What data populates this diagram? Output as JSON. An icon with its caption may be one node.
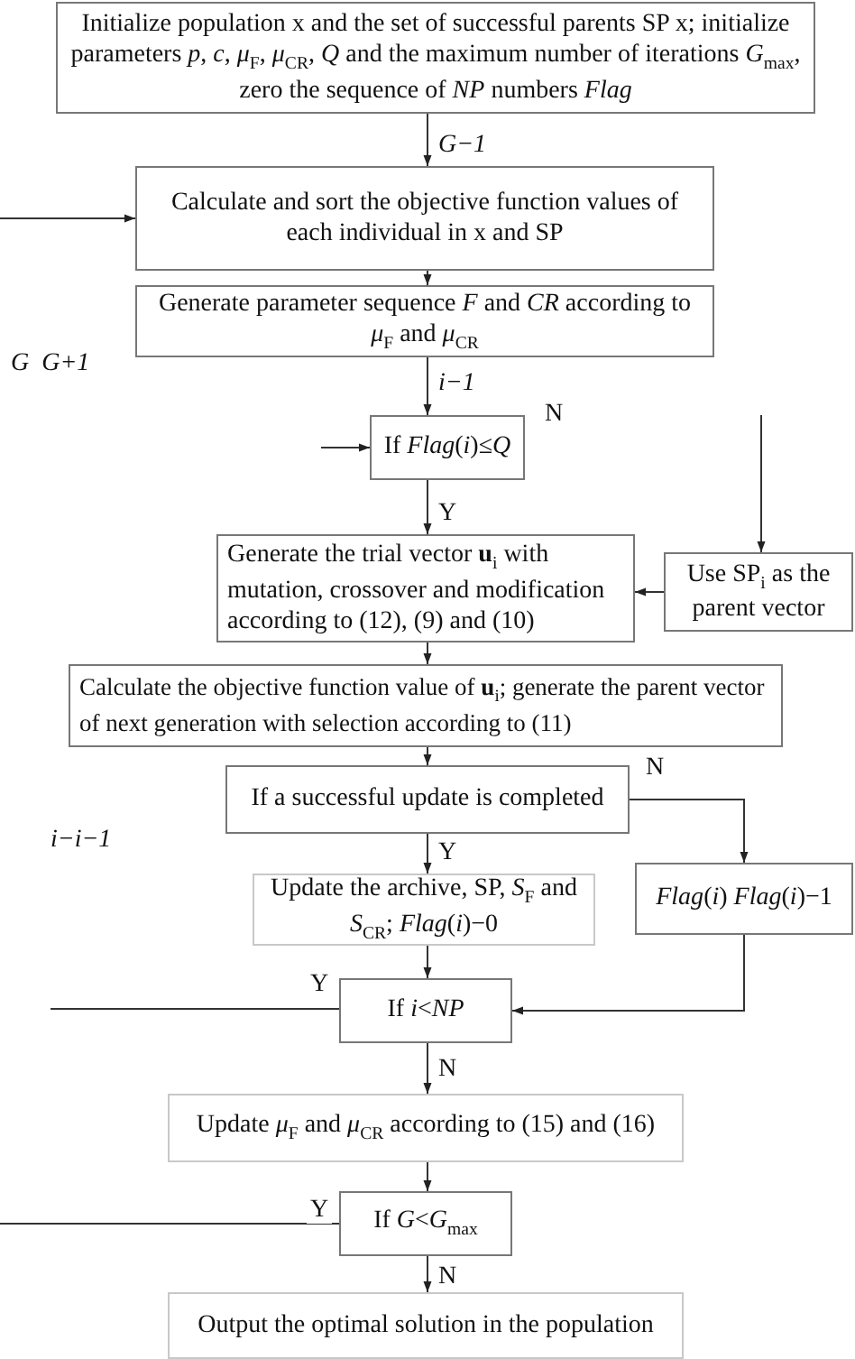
{
  "diagram": {
    "nodes": [
      {
        "text": [
          "Initialize population x and the set of successful parents SP  x; initialize  parameters *p*, *c*, *μ*$_{F}$, *μ*$_{CR}$, *Q* and the maximum number of iterations *G*$_{max}$, zero the sequence of *NP* numbers *Flag*"
        ]
      },
      {
        "text": [
          "Calculate and sort the objective function values of each individual in x and SP"
        ]
      },
      {
        "text": [
          "Generate parameter sequence *F* and *CR* according to *μ*$_{F}$ and *μ*$_{CR}$"
        ]
      },
      {
        "text": [
          "If *Flag*(*i*)≤*Q*"
        ]
      },
      {
        "text": [
          "Generate the trial vector **u**$_{i}$ with mutation, crossover and modification according to (12), (9) and (10)"
        ]
      },
      {
        "text": [
          "Use SP$_{i}$ as the parent vector"
        ]
      },
      {
        "text": [
          "Calculate the objective function value of **u**$_{i}$; generate the parent vector of next generation with selection according to (11)"
        ]
      },
      {
        "text": [
          "If a successful update is completed"
        ]
      },
      {
        "text": [
          "Update the archive, SP, *S*$_{F}$ and *S*$_{CR}$; *Flag*(*i*)−0"
        ]
      },
      {
        "text": [
          "*Flag*(*i*)  *Flag*(*i*)−1"
        ]
      },
      {
        "text": [
          "If *i*<*NP*"
        ]
      },
      {
        "text": [
          "Update *μ*$_{F}$ and *μ*$_{CR}$ according to (15) and (16)"
        ]
      },
      {
        "text": [
          "If *G*<*G*$_{max}$"
        ]
      },
      {
        "text": [
          "Output the optimal solution in the population"
        ]
      }
    ],
    "edges": [
      {
        "from": 0,
        "to": 1,
        "arrow": "to",
        "label": "G−1"
      },
      {
        "from": null,
        "to": 1,
        "arrow": "to"
      },
      {
        "from": 1,
        "to": 2,
        "arrow": "to"
      },
      {
        "from": 2,
        "to": 3,
        "arrow": "to",
        "label": "i−1"
      },
      {
        "from": null,
        "to": 3,
        "arrow": "to"
      },
      {
        "from": 3,
        "to": 4,
        "arrow": "to",
        "label": "Y"
      },
      {
        "from": null,
        "to": 5,
        "arrow": "to"
      },
      {
        "from": 5,
        "to": 4,
        "arrow": "to"
      },
      {
        "from": 4,
        "to": 6,
        "arrow": "to"
      },
      {
        "from": 6,
        "to": 7,
        "arrow": "to"
      },
      {
        "from": 7,
        "to": 8,
        "arrow": "to",
        "label": "Y"
      },
      {
        "from": 7,
        "to": 9,
        "arrow": "to",
        "label": "N"
      },
      {
        "from": 8,
        "to": 10,
        "arrow": "to"
      },
      {
        "from": 9,
        "to": 10,
        "arrow": "to"
      },
      {
        "from": 10,
        "to": null,
        "arrow": "none",
        "label": "Y"
      },
      {
        "from": 10,
        "to": 11,
        "arrow": "to",
        "label": "N"
      },
      {
        "from": 11,
        "to": 12,
        "arrow": "to"
      },
      {
        "from": 12,
        "to": null,
        "arrow": "none",
        "label": "Y"
      },
      {
        "from": 12,
        "to": 13,
        "arrow": "to",
        "label": "N"
      }
    ],
    "labels": [
      "G  G+1",
      "N",
      "i−i−1"
    ]
  }
}
